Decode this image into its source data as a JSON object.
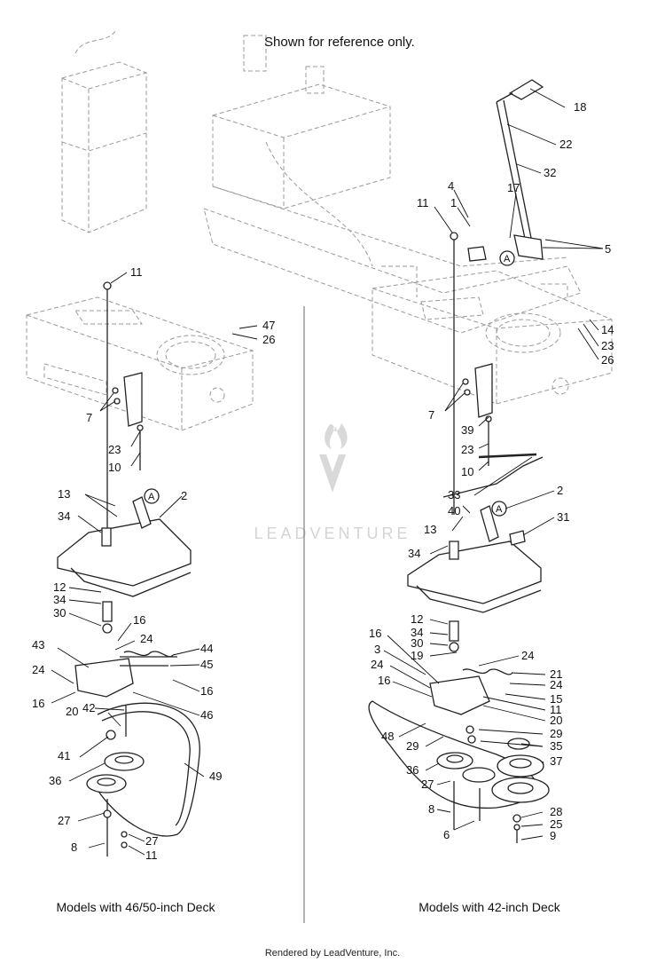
{
  "note": "Shown for reference only.",
  "captions": {
    "left": "Models with 46/50-inch Deck",
    "right": "Models with 42-inch Deck"
  },
  "footer": "Rendered by LeadVenture, Inc.",
  "watermark": "LEADVENTURE",
  "reference_marker": "A",
  "callouts_left": [
    "11",
    "47",
    "26",
    "7",
    "23",
    "10",
    "13",
    "2",
    "34",
    "12",
    "34",
    "30",
    "16",
    "24",
    "43",
    "44",
    "45",
    "24",
    "16",
    "16",
    "46",
    "42",
    "20",
    "41",
    "36",
    "49",
    "27",
    "27",
    "8",
    "11"
  ],
  "callouts_right": [
    "18",
    "22",
    "32",
    "4",
    "1",
    "11",
    "17",
    "5",
    "14",
    "23",
    "26",
    "7",
    "39",
    "23",
    "10",
    "33",
    "2",
    "40",
    "13",
    "31",
    "34",
    "12",
    "34",
    "30",
    "19",
    "16",
    "3",
    "24",
    "24",
    "21",
    "16",
    "24",
    "15",
    "11",
    "20",
    "48",
    "29",
    "29",
    "35",
    "36",
    "37",
    "27",
    "28",
    "8",
    "25",
    "6",
    "9"
  ],
  "colors": {
    "line": "#222222",
    "reference": "#9a9a9a",
    "watermark": "#d9d9d9"
  }
}
